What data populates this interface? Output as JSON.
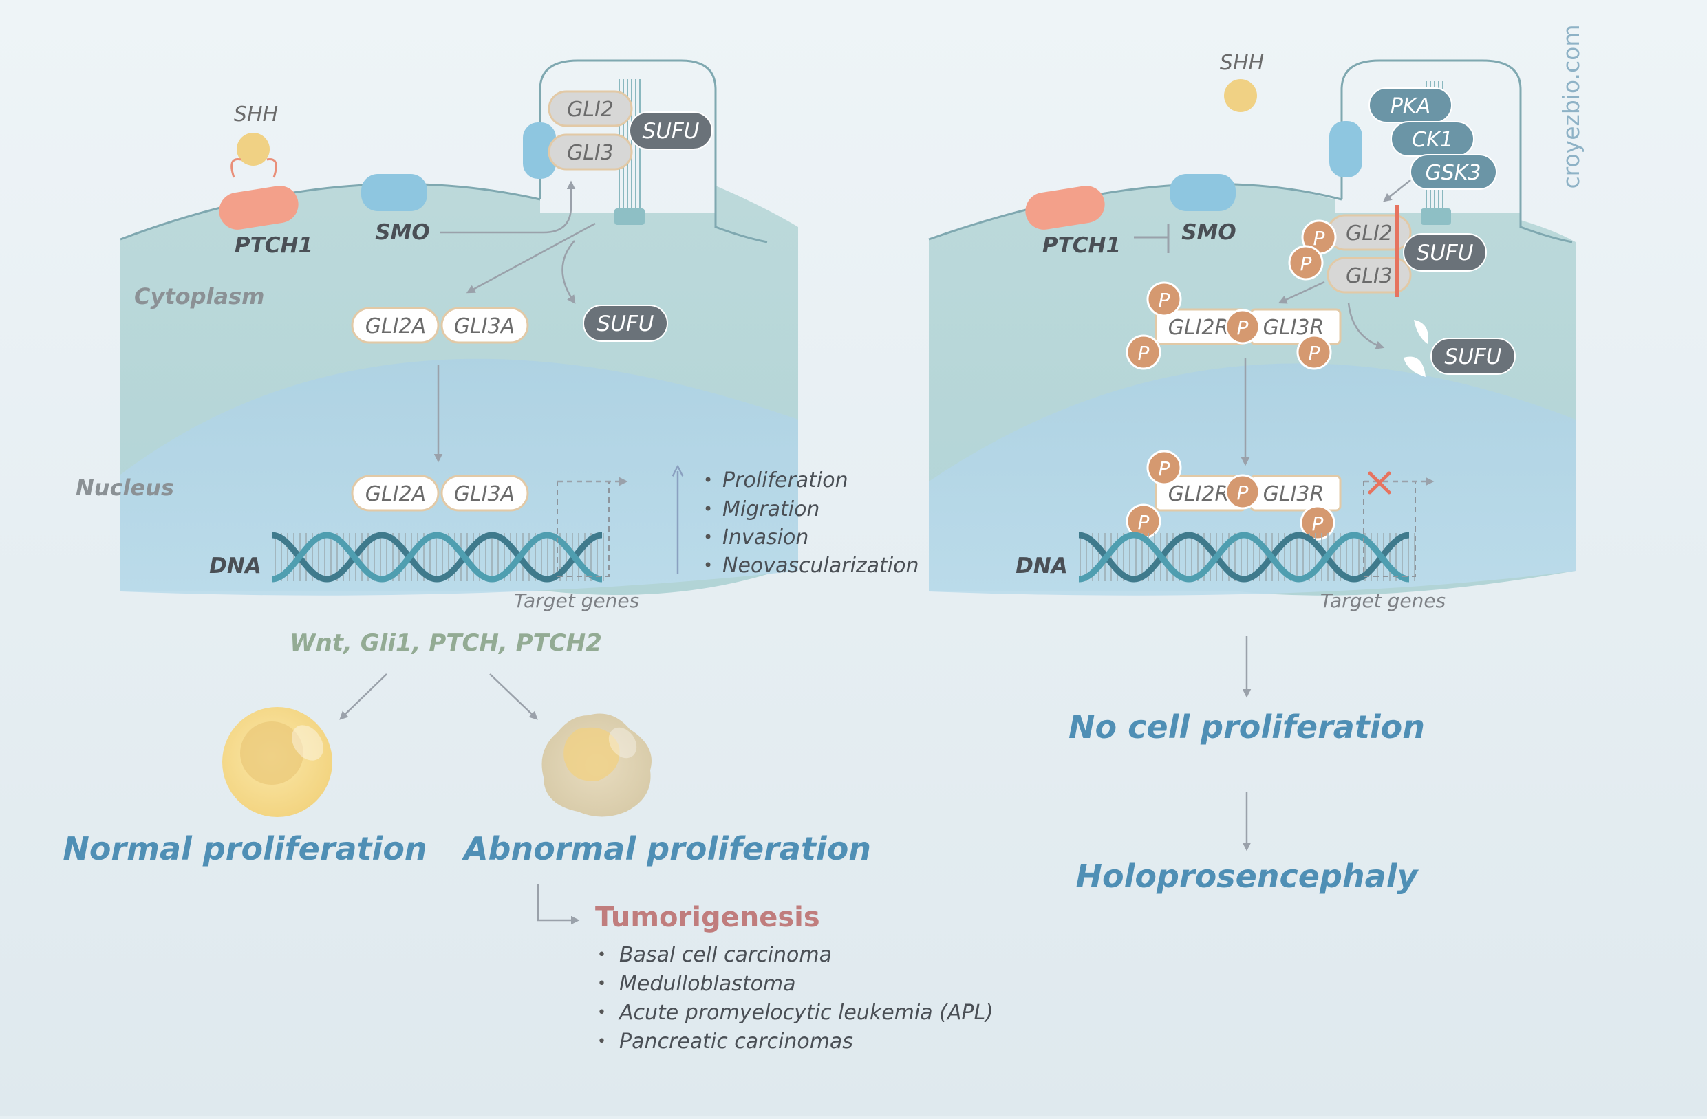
{
  "watermark": "croyezbio.com",
  "left": {
    "ligand": "SHH",
    "receptor": "PTCH1",
    "smo": "SMO",
    "cilium_complex": {
      "gli2": "GLI2",
      "gli3": "GLI3",
      "sufu": "SUFU"
    },
    "cytoplasm_label": "Cytoplasm",
    "nucleus_label": "Nucleus",
    "cyto_activators": [
      "GLI2A",
      "GLI3A"
    ],
    "released_sufu": "SUFU",
    "nuclear_activators": [
      "GLI2A",
      "GLI3A"
    ],
    "dna_label": "DNA",
    "target_genes_label": "Target genes",
    "effects": [
      "Proliferation",
      "Migration",
      "Invasion",
      "Neovascularization"
    ],
    "gene_list": "Wnt, Gli1, PTCH, PTCH2",
    "normal_label": "Normal proliferation",
    "abnormal_label": "Abnormal proliferation",
    "tumorigenesis_title": "Tumorigenesis",
    "cancers": [
      "Basal cell carcinoma",
      "Medulloblastoma",
      "Acute promyelocytic leukemia (APL)",
      "Pancreatic carcinomas"
    ]
  },
  "right": {
    "ligand": "SHH",
    "receptor": "PTCH1",
    "smo": "SMO",
    "kinases": [
      "PKA",
      "CK1",
      "GSK3"
    ],
    "gli2": "GLI2",
    "gli3": "GLI3",
    "sufu_bound": "SUFU",
    "phospho_label": "P",
    "repressors": [
      "GLI2R",
      "GLI3R"
    ],
    "released_sufu": "SUFU",
    "nuclear_repressors": [
      "GLI2R",
      "GLI3R"
    ],
    "dna_label": "DNA",
    "target_genes_label": "Target genes",
    "outcome1": "No cell proliferation",
    "outcome2": "Holoprosencephaly"
  },
  "colors": {
    "ptch1": "#f3a08a",
    "smo": "#8ec6e0",
    "ligand": "#f0d184",
    "sufu": "#6a7279",
    "kinase": "#6b95a6",
    "phospho": "#d59970",
    "arrow": "#9aa1aa",
    "title_blue": "#4f8fb5",
    "tumor_red": "#c07d7d",
    "genes_green": "#93ab94",
    "inhibit_red": "#e6735f",
    "dna_dark": "#3f7a8c",
    "dna_light": "#4f9eb0"
  }
}
